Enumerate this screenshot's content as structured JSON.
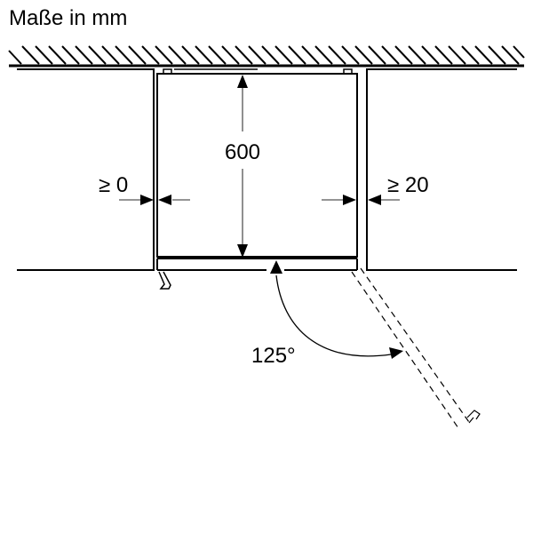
{
  "title": "Maße in mm",
  "dimensions": {
    "depth": "600",
    "gap_left": "≥ 0",
    "gap_right": "≥ 20",
    "door_angle": "125°"
  },
  "colors": {
    "line": "#000000",
    "dim_line": "#555555",
    "background": "#ffffff"
  }
}
